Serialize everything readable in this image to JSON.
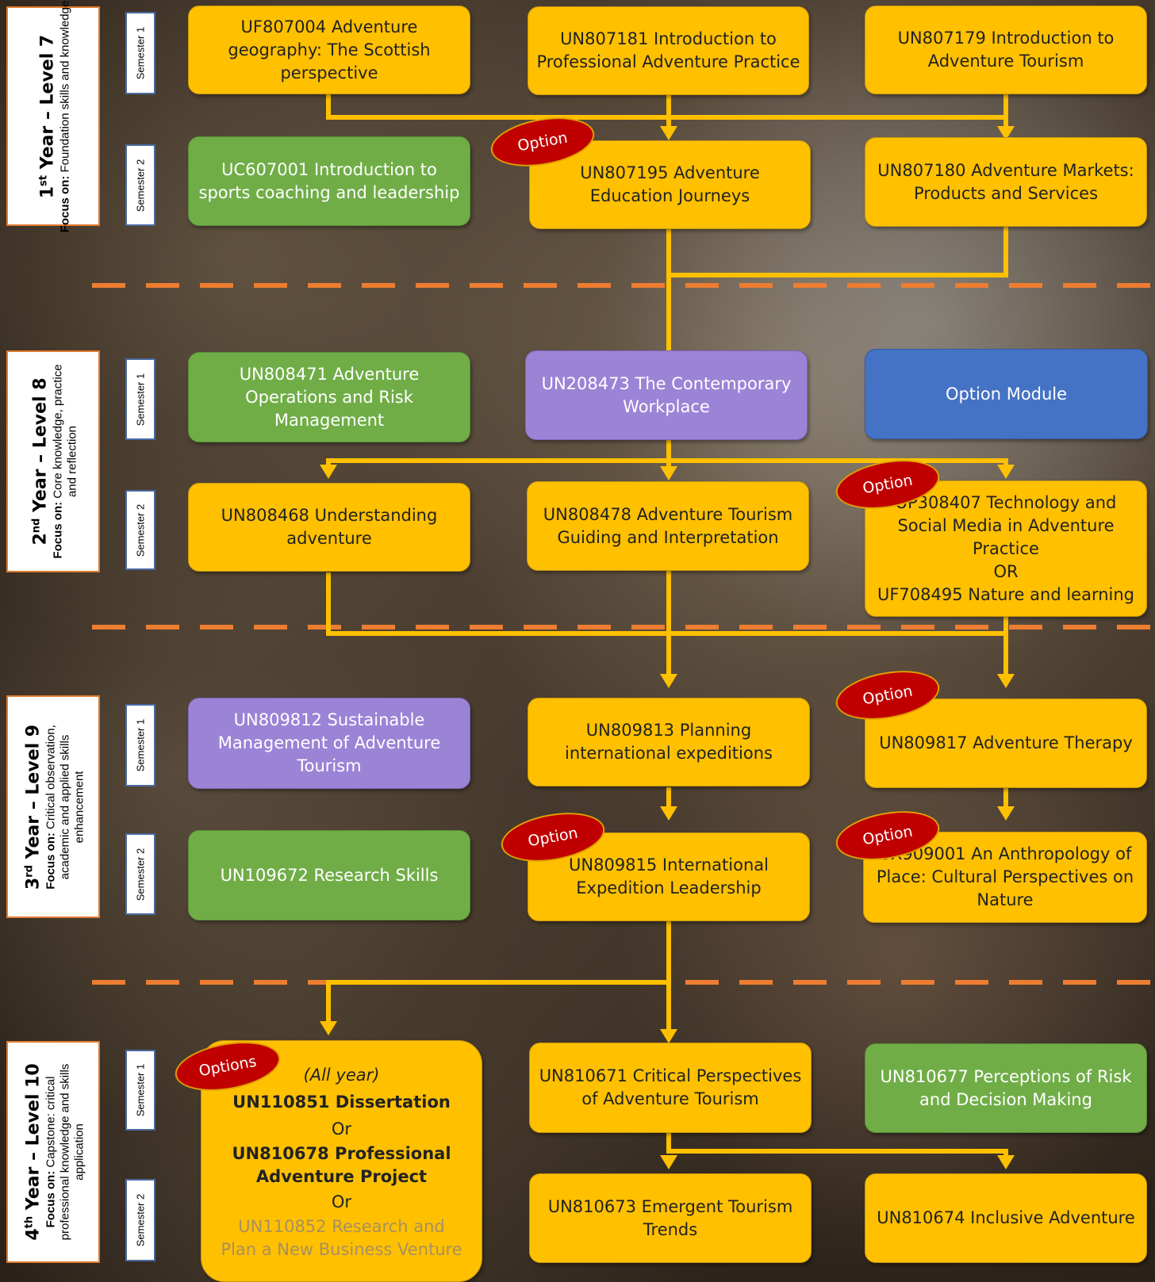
{
  "years": [
    {
      "title_pre": "1",
      "title_sup": "st",
      "title_post": " Year – Level 7",
      "focus_label": "Focus on:",
      "focus_text": " Foundation skills and knowledge"
    },
    {
      "title_pre": "2",
      "title_sup": "nd",
      "title_post": " Year – Level 8",
      "focus_label": "Focus on:",
      "focus_text": " Core knowledge, practice and reflection"
    },
    {
      "title_pre": "3",
      "title_sup": "rd",
      "title_post": " Year – Level 9",
      "focus_label": "Focus on:",
      "focus_text": " Critical observation, academic and applied skills enhancement"
    },
    {
      "title_pre": "4",
      "title_sup": "th",
      "title_post": " Year – Level 10",
      "focus_label": "Focus on:",
      "focus_text": " Capstone: critical professional knowledge and skills application"
    }
  ],
  "semester_1": "Semester 1",
  "semester_2": "Semester 2",
  "option_label": "Option",
  "options_label": "Options",
  "modules": {
    "y1s1a": "UF807004 Adventure geography: The Scottish perspective",
    "y1s1b": "UN807181 Introduction to Professional Adventure Practice",
    "y1s1c": "UN807179 Introduction to Adventure Tourism",
    "y1s2a": "UC607001 Introduction to sports coaching and leadership",
    "y1s2b": "UN807195 Adventure Education Journeys",
    "y1s2c": "UN807180 Adventure Markets: Products and Services",
    "y2s1a": "UN808471 Adventure Operations and Risk Management",
    "y2s1b": "UN208473 The Contemporary Workplace",
    "y2s1c": "Option Module",
    "y2s2a": "UN808468 Understanding adventure",
    "y2s2b": "UN808478 Adventure Tourism Guiding and Interpretation",
    "y2s2c_1": "UP308407 Technology and Social Media in Adventure Practice",
    "y2s2c_or": "OR",
    "y2s2c_2": "UF708495 Nature and learning",
    "y3s1a": "UN809812 Sustainable Management of Adventure Tourism",
    "y3s1b": "UN809813 Planning international expeditions",
    "y3s1c": "UN809817 Adventure Therapy",
    "y3s2a": "UN109672 Research Skills",
    "y3s2b": "UN809815 International Expedition Leadership",
    "y3s2c": "UX909001 An Anthropology of Place: Cultural Perspectives on Nature",
    "y4_all_year": "(All year)",
    "y4_dissertation": "UN110851 Dissertation",
    "y4_or1": "Or",
    "y4_project": "UN810678 Professional Adventure Project",
    "y4_or2": "Or",
    "y4_business": "UN110852 Research and Plan a New Business Venture",
    "y4s1b": "UN810671  Critical Perspectives of Adventure Tourism",
    "y4s1c": "UN810677 Perceptions of Risk and Decision Making",
    "y4s2b": "UN810673 Emergent Tourism Trends",
    "y4s2c": "UN810674 Inclusive Adventure"
  },
  "colors": {
    "core": "#ffc000",
    "green": "#70ad47",
    "purple": "#9b83d6",
    "blue": "#4472c4",
    "option_badge": "#c00000",
    "divider": "#ed7d31"
  }
}
